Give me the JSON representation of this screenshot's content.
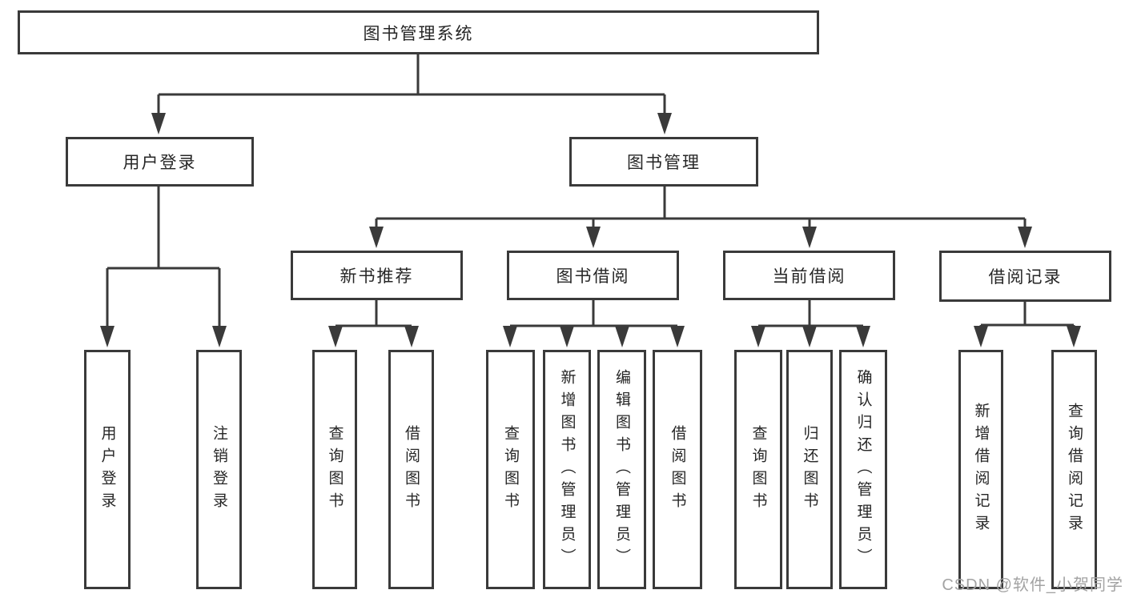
{
  "diagram": {
    "root": {
      "label": "图书管理系统"
    },
    "level2": [
      {
        "label": "用户登录"
      },
      {
        "label": "图书管理"
      }
    ],
    "level3": [
      {
        "label": "新书推荐"
      },
      {
        "label": "图书借阅"
      },
      {
        "label": "当前借阅"
      },
      {
        "label": "借阅记录"
      }
    ],
    "leaves": [
      {
        "label": "用户登录"
      },
      {
        "label": "注销登录"
      },
      {
        "label": "查询图书"
      },
      {
        "label": "借阅图书"
      },
      {
        "label": "查询图书"
      },
      {
        "label": "新增图书（管理员）"
      },
      {
        "label": "编辑图书（管理员）"
      },
      {
        "label": "借阅图书"
      },
      {
        "label": "查询图书"
      },
      {
        "label": "归还图书"
      },
      {
        "label": "确认归还（管理员）"
      },
      {
        "label": "新增借阅记录"
      },
      {
        "label": "查询借阅记录"
      }
    ]
  },
  "watermark": {
    "text": "CSDN @软件_小贺同学"
  },
  "colors": {
    "line": "#3a3a3a",
    "box_border": "#3a3a3a",
    "background": "#ffffff",
    "text": "#262626",
    "watermark": "#a3a3a3"
  }
}
